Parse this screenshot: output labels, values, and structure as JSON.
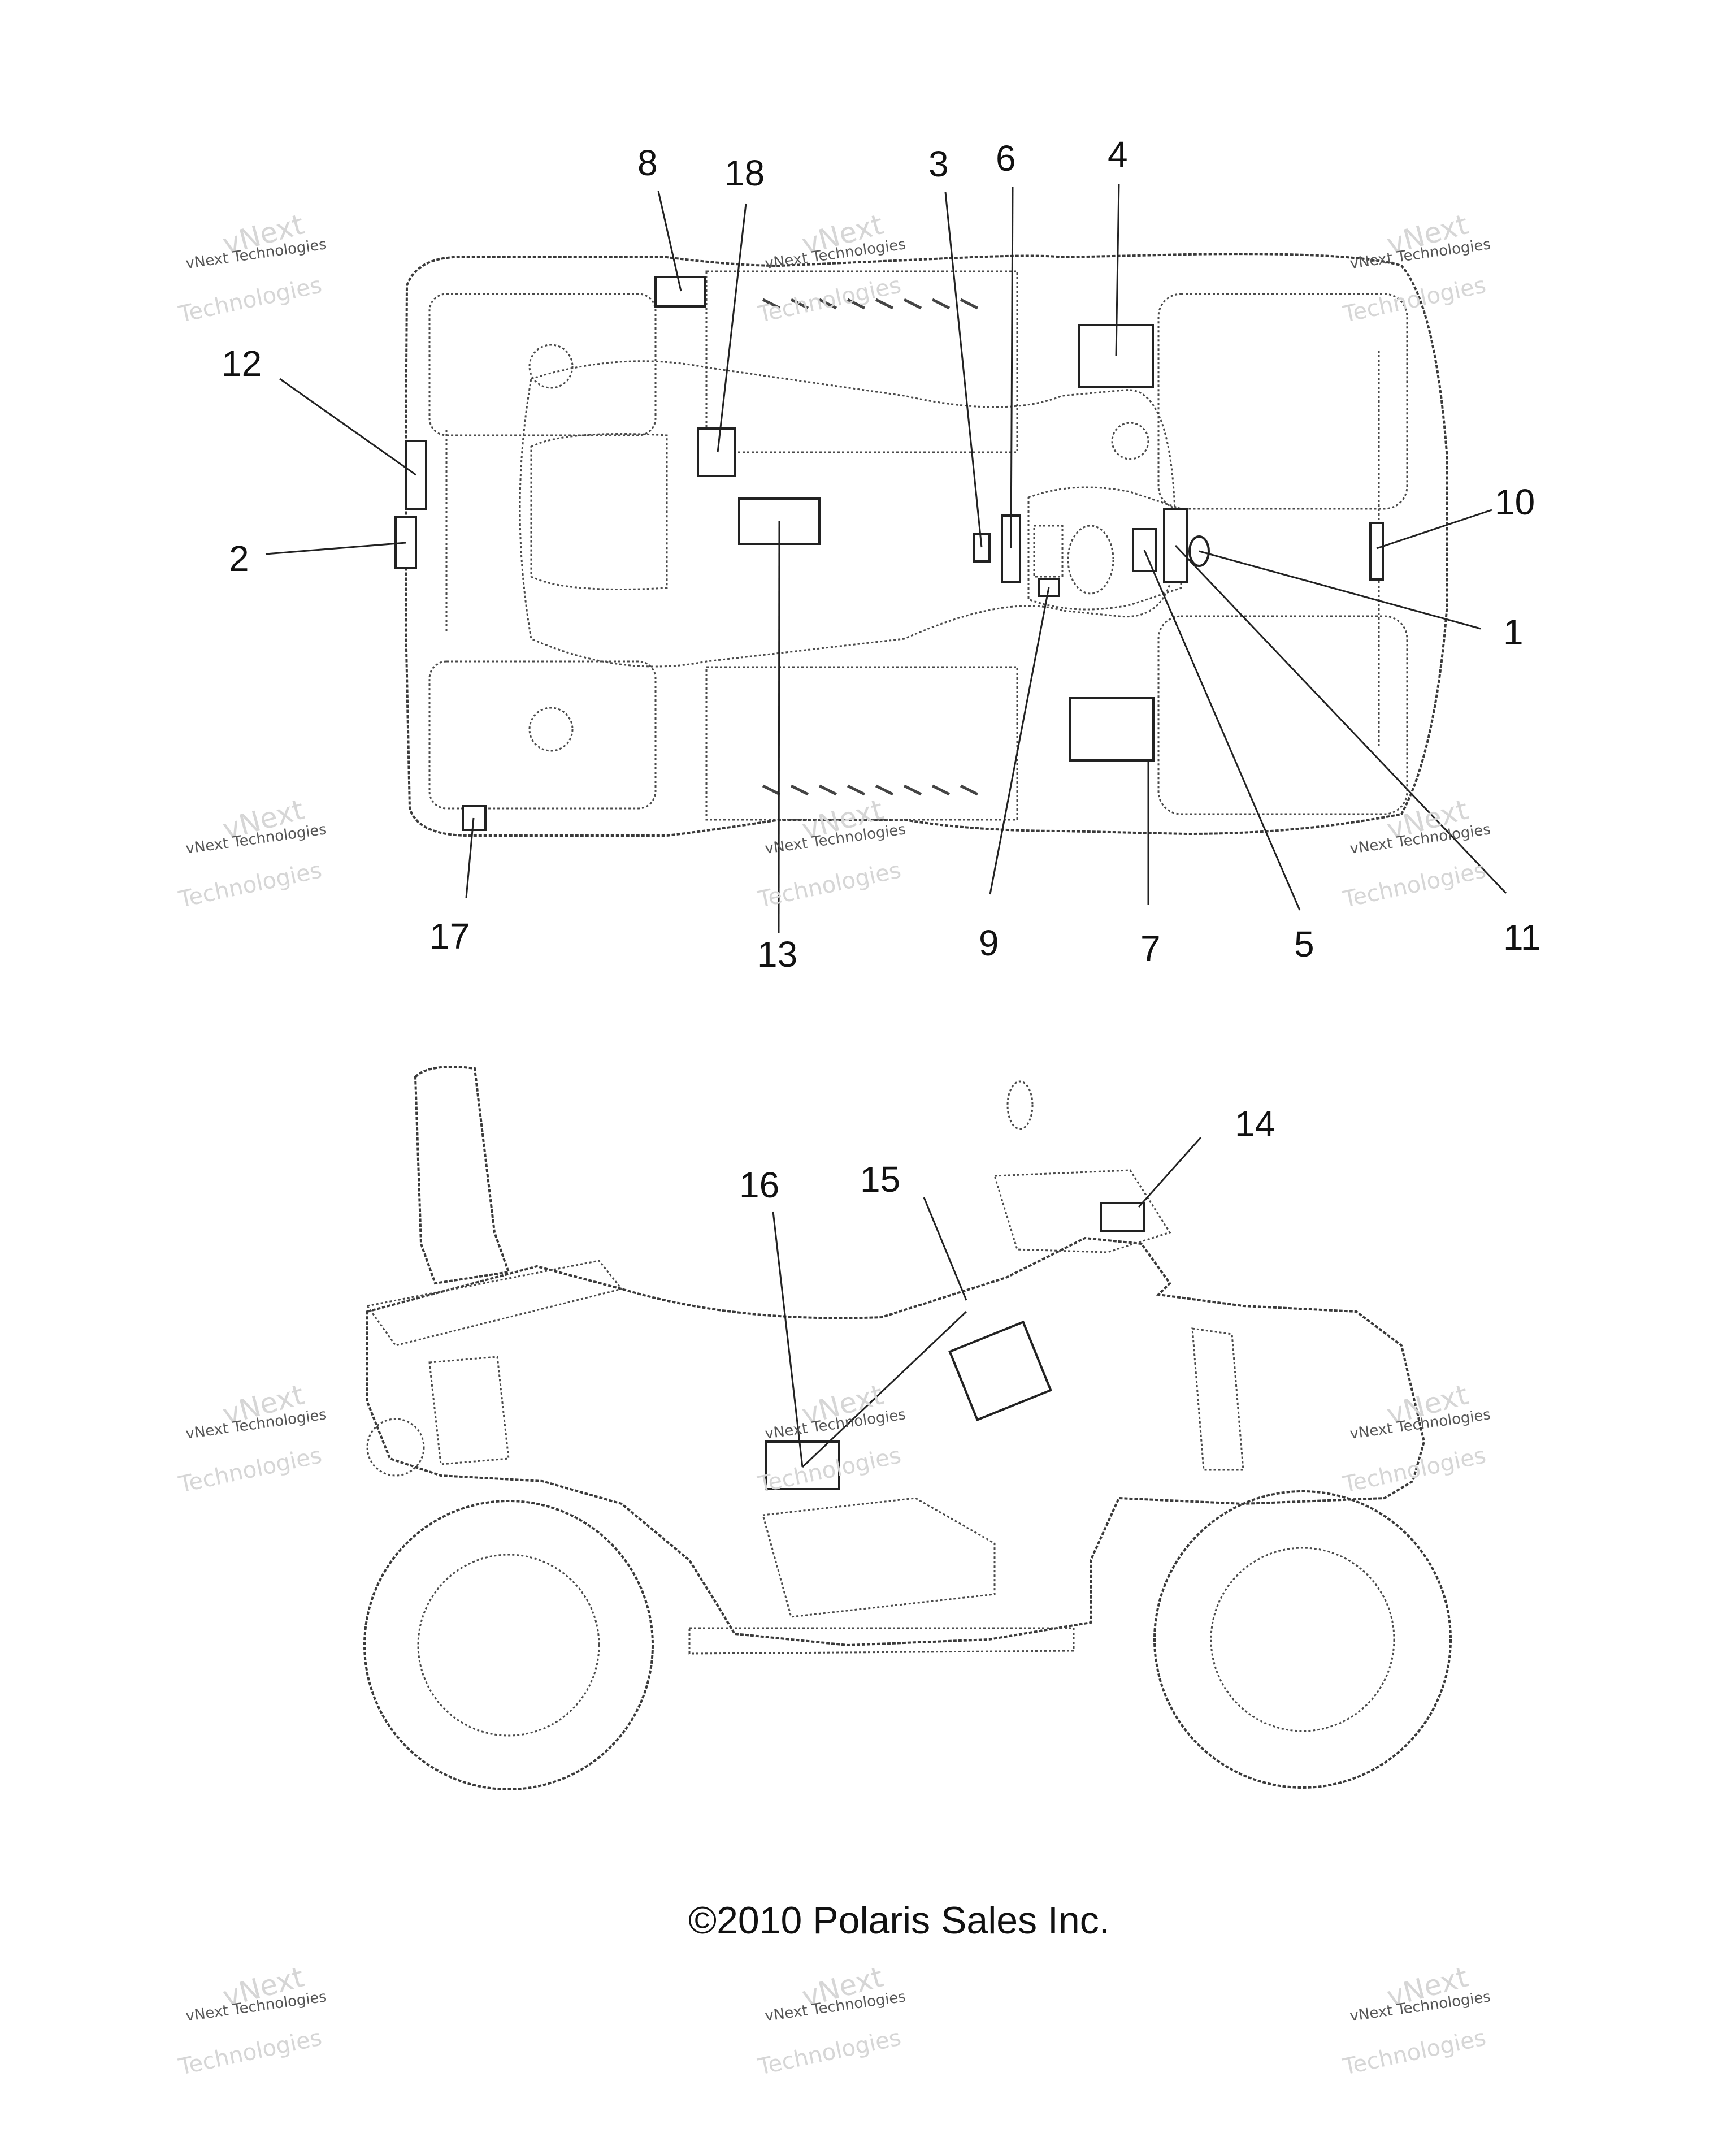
{
  "callouts_top": [
    "8",
    "18",
    "3",
    "6",
    "4",
    "12",
    "10",
    "2",
    "1",
    "17",
    "13",
    "9",
    "7",
    "5",
    "11"
  ],
  "callouts_side": [
    "14",
    "16",
    "15"
  ],
  "copyright": "©2010 Polaris Sales Inc.",
  "watermark": {
    "line1": "vNext",
    "line2": "vNext Technologies",
    "line3": "Technologies"
  }
}
